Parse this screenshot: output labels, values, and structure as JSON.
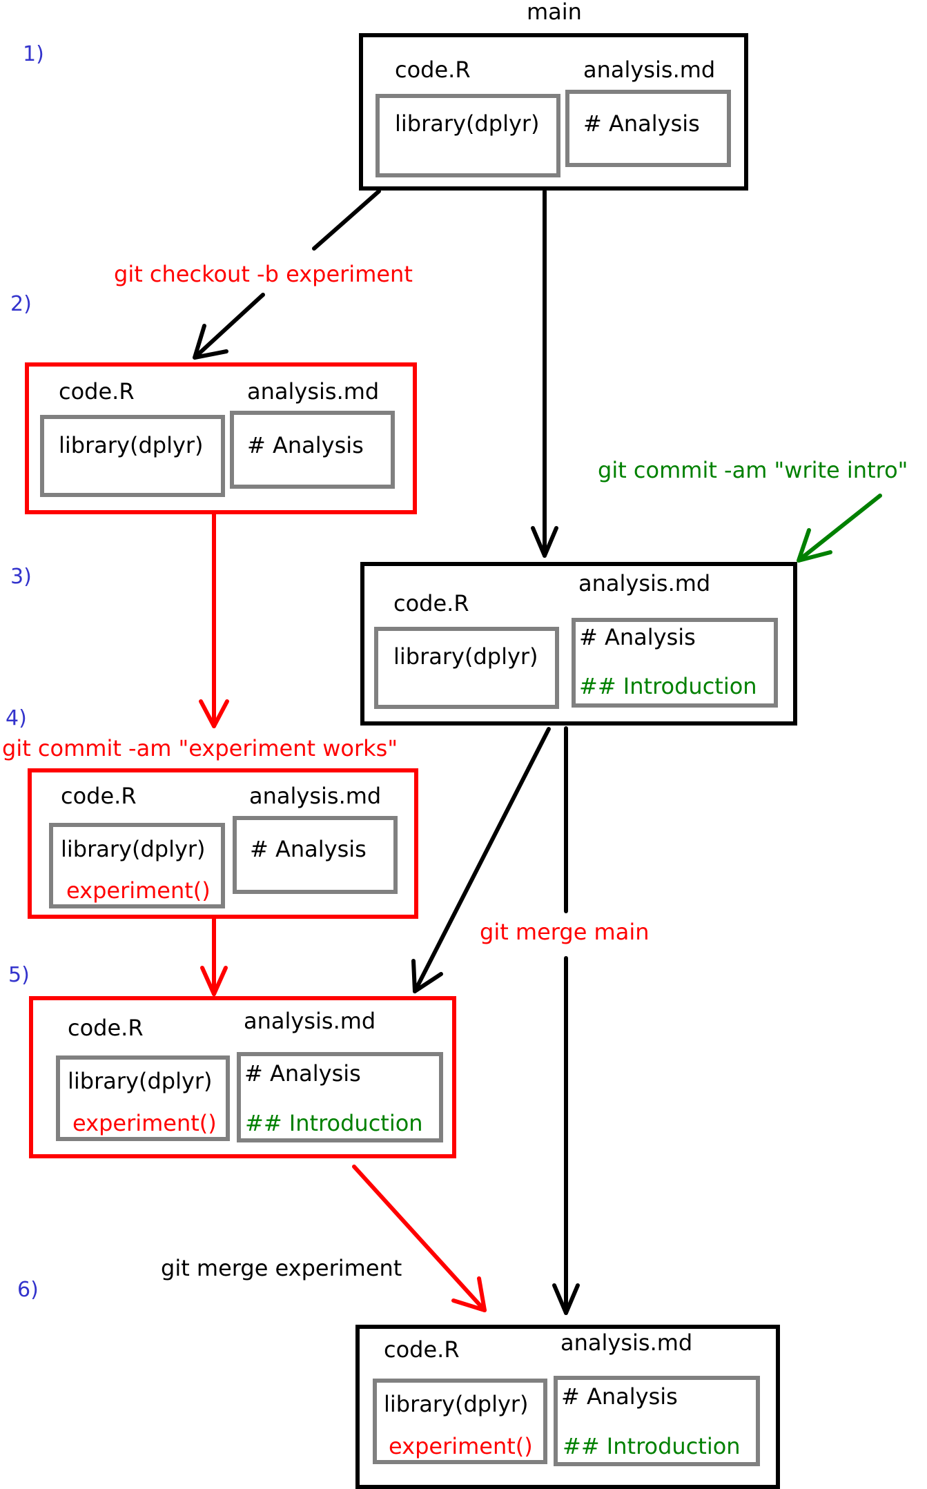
{
  "title": "main",
  "steps": [
    "1)",
    "2)",
    "3)",
    "4)",
    "5)",
    "6)"
  ],
  "files": {
    "code": "code.R",
    "analysis": "analysis.md",
    "library_line": "library(dplyr)",
    "experiment_line": "experiment()",
    "analysis_heading": "# Analysis",
    "intro_heading": "## Introduction"
  },
  "commands": {
    "checkout": "git checkout -b experiment",
    "commit_intro": "git commit -am \"write intro\"",
    "commit_experiment": "git commit -am \"experiment works\"",
    "merge_main": "git merge main",
    "merge_experiment": "git merge experiment"
  },
  "colors": {
    "main_branch": "#000000",
    "experiment_branch": "#ff0000",
    "intro_change": "#008000",
    "step_labels": "#3333cc",
    "file_border": "#808080"
  }
}
